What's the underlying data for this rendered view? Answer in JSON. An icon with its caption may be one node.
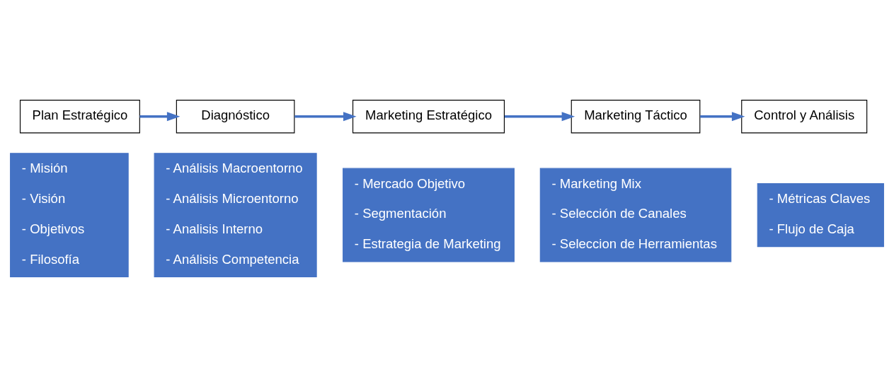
{
  "diagram": {
    "nodes": [
      {
        "text": [
          "Plan Estratégico"
        ]
      },
      {
        "text": [
          "Diagnóstico"
        ]
      },
      {
        "text": [
          "Marketing Estratégico"
        ]
      },
      {
        "text": [
          "Marketing Táctico"
        ]
      },
      {
        "text": [
          "Control y Análisis"
        ]
      },
      {
        "text": [
          "- Misión",
          "- Visión",
          "- Objetivos",
          "- Filosofía"
        ]
      },
      {
        "text": [
          "- Análisis Macroentorno",
          "- Análisis Microentorno",
          "- Analisis Interno",
          "- Análisis Competencia"
        ]
      },
      {
        "text": [
          "- Mercado Objetivo",
          "- Segmentación",
          "- Estrategia de Marketing"
        ]
      },
      {
        "text": [
          "- Marketing Mix",
          "- Selección de Canales",
          "- Seleccion de Herramientas"
        ]
      },
      {
        "text": [
          "- Métricas Claves",
          "- Flujo de Caja"
        ]
      }
    ],
    "edges": [
      {
        "from": 0,
        "to": 1,
        "arrow": "to"
      },
      {
        "from": 1,
        "to": 2,
        "arrow": "to"
      },
      {
        "from": 2,
        "to": 3,
        "arrow": "to"
      },
      {
        "from": 3,
        "to": 4,
        "arrow": "to"
      }
    ]
  }
}
